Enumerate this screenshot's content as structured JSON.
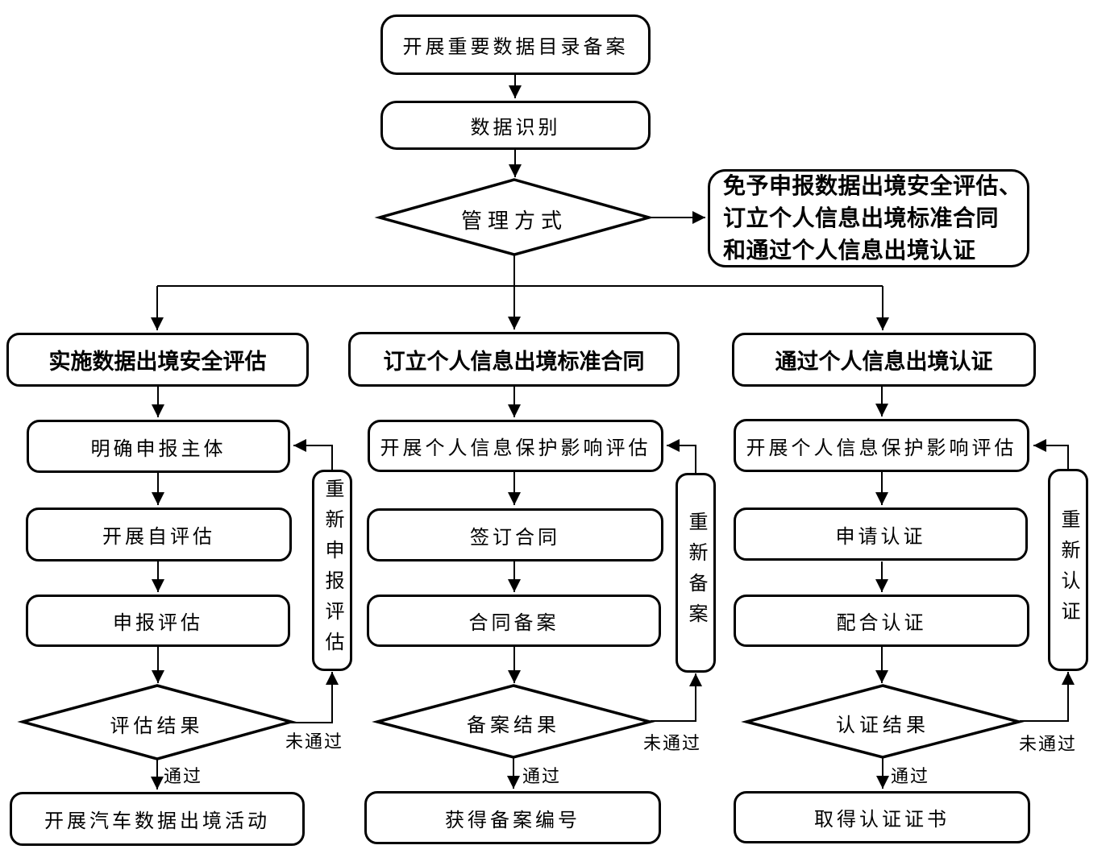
{
  "flow": {
    "top": {
      "catalog_filing": "开展重要数据目录备案",
      "data_identification": "数据识别",
      "management_mode": "管理方式",
      "exemption_lines": [
        "免予申报数据出境安全评估、",
        "订立个人信息出境标准合同",
        "和通过个人信息出境认证"
      ]
    },
    "branches": [
      {
        "header": "实施数据出境安全评估",
        "steps": [
          "明确申报主体",
          "开展自评估",
          "申报评估"
        ],
        "decision": "评估结果",
        "pass": "通过",
        "fail": "未通过",
        "retry": "重新申报评估",
        "result": "开展汽车数据出境活动"
      },
      {
        "header": "订立个人信息出境标准合同",
        "steps": [
          "开展个人信息保护影响评估",
          "签订合同",
          "合同备案"
        ],
        "decision": "备案结果",
        "pass": "通过",
        "fail": "未通过",
        "retry": "重新备案",
        "result": "获得备案编号"
      },
      {
        "header": "通过个人信息出境认证",
        "steps": [
          "开展个人信息保护影响评估",
          "申请认证",
          "配合认证"
        ],
        "decision": "认证结果",
        "pass": "通过",
        "fail": "未通过",
        "retry": "重新认证",
        "result": "取得认证证书"
      }
    ],
    "colors": {
      "line": "#000000",
      "background": "#ffffff",
      "text": "#000000"
    }
  }
}
